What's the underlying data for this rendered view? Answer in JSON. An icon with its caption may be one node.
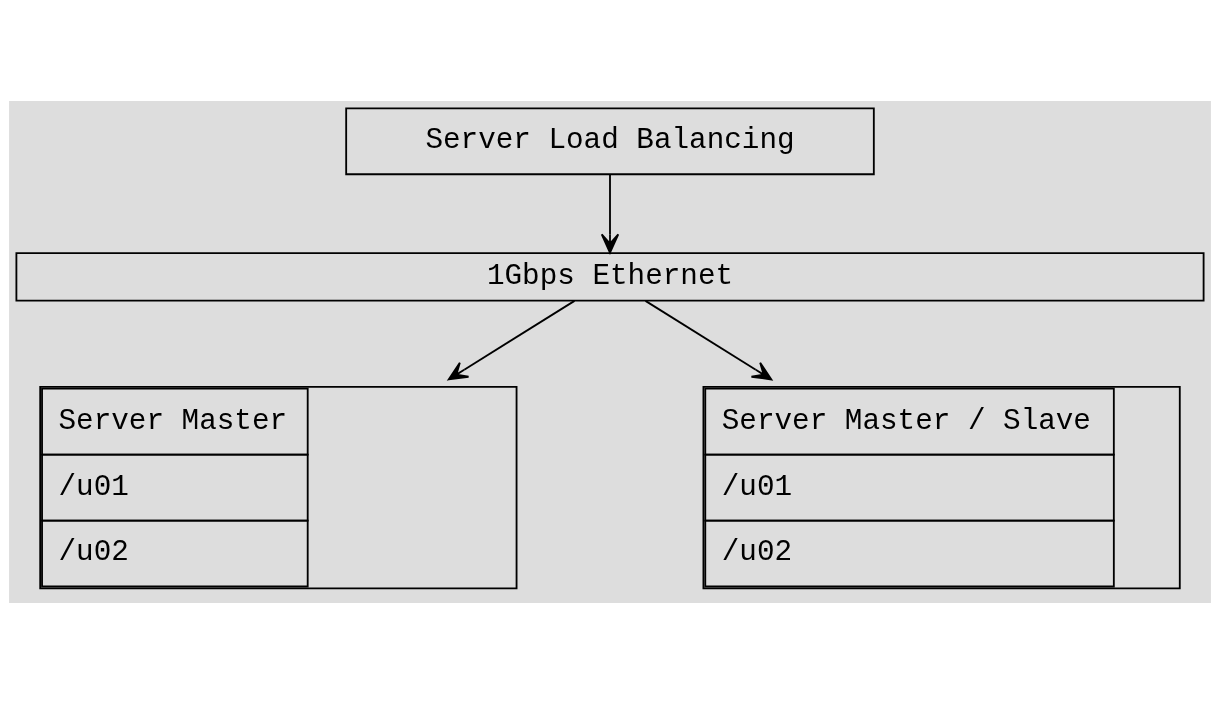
{
  "diagram": {
    "nodes": [
      {
        "text": [
          "Server Load Balancing"
        ]
      },
      {
        "text": [
          "1Gbps Ethernet"
        ]
      },
      {
        "text": [
          "Server Master",
          "/u01",
          "/u02"
        ]
      },
      {
        "text": [
          "Server Master / Slave",
          "/u01",
          "/u02"
        ]
      }
    ],
    "edges": [
      {
        "from": 0,
        "to": 1,
        "arrow": "to"
      },
      {
        "from": 1,
        "to": 2,
        "arrow": "to"
      },
      {
        "from": 1,
        "to": 3,
        "arrow": "to"
      }
    ]
  }
}
